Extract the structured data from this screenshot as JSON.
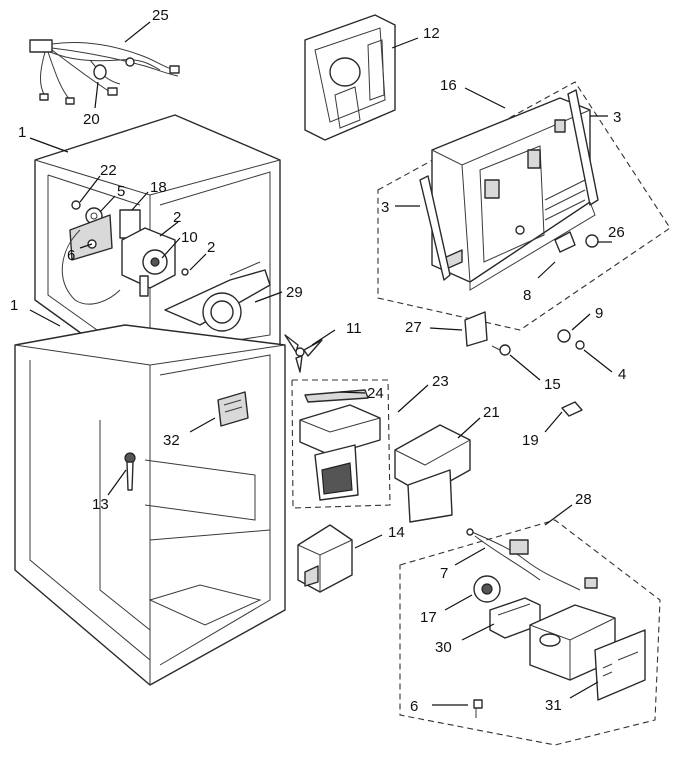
{
  "callouts": [
    {
      "id": "c25",
      "text": "25"
    },
    {
      "id": "c12",
      "text": "12"
    },
    {
      "id": "c20",
      "text": "20"
    },
    {
      "id": "c16",
      "text": "16"
    },
    {
      "id": "c3a",
      "text": "3"
    },
    {
      "id": "c1a",
      "text": "1"
    },
    {
      "id": "c22",
      "text": "22"
    },
    {
      "id": "c5",
      "text": "5"
    },
    {
      "id": "c18",
      "text": "18"
    },
    {
      "id": "c3b",
      "text": "3"
    },
    {
      "id": "c2a",
      "text": "2"
    },
    {
      "id": "c10",
      "text": "10"
    },
    {
      "id": "c2b",
      "text": "2"
    },
    {
      "id": "c26",
      "text": "26"
    },
    {
      "id": "c6a",
      "text": "6"
    },
    {
      "id": "c8",
      "text": "8"
    },
    {
      "id": "c29",
      "text": "29"
    },
    {
      "id": "c9",
      "text": "9"
    },
    {
      "id": "c1b",
      "text": "1"
    },
    {
      "id": "c11",
      "text": "11"
    },
    {
      "id": "c27",
      "text": "27"
    },
    {
      "id": "c4",
      "text": "4"
    },
    {
      "id": "c23",
      "text": "23"
    },
    {
      "id": "c24",
      "text": "24"
    },
    {
      "id": "c15",
      "text": "15"
    },
    {
      "id": "c21",
      "text": "21"
    },
    {
      "id": "c32",
      "text": "32"
    },
    {
      "id": "c19",
      "text": "19"
    },
    {
      "id": "c13",
      "text": "13"
    },
    {
      "id": "c28",
      "text": "28"
    },
    {
      "id": "c14",
      "text": "14"
    },
    {
      "id": "c7",
      "text": "7"
    },
    {
      "id": "c17",
      "text": "17"
    },
    {
      "id": "c30",
      "text": "30"
    },
    {
      "id": "c31",
      "text": "31"
    },
    {
      "id": "c6b",
      "text": "6"
    }
  ]
}
